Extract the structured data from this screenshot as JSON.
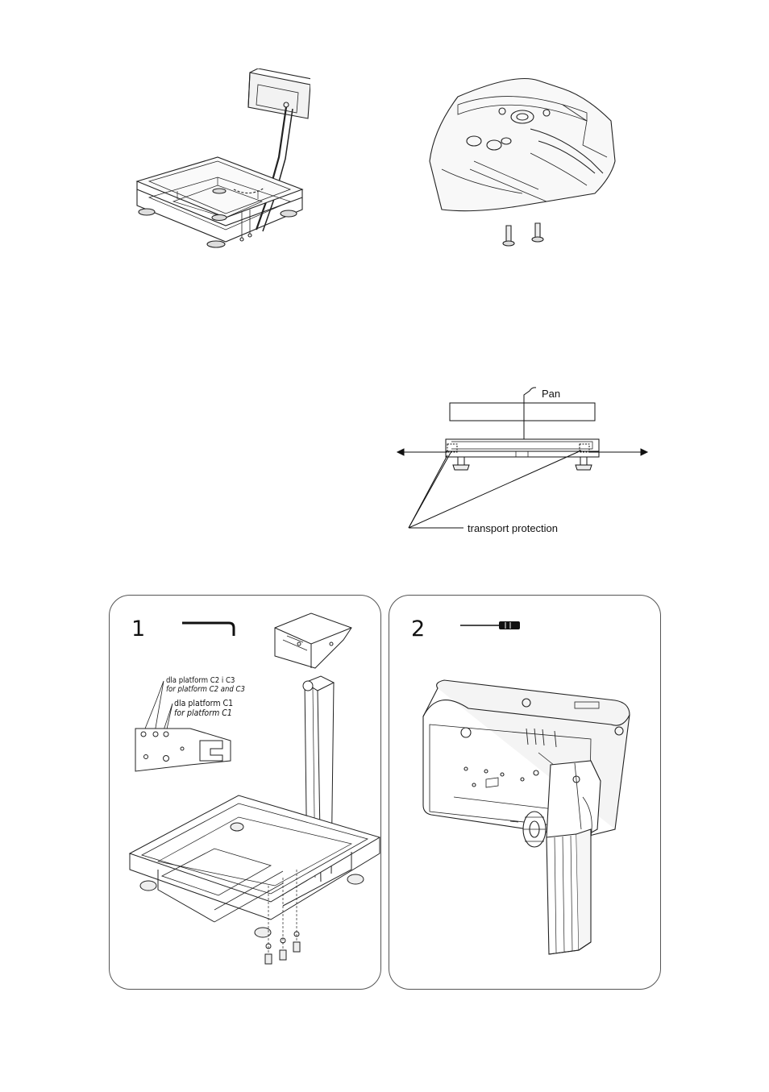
{
  "pan_diagram": {
    "pan_label": "Pan",
    "transport_label": "transport protection"
  },
  "panel1": {
    "step": "1",
    "tool_icon": "allen-key-icon",
    "note_c2c3_pl": "dla platform C2 i C3",
    "note_c2c3_en": "for platform C2 and C3",
    "note_c1_pl": "dla platform C1",
    "note_c1_en": "for platform C1"
  },
  "panel2": {
    "step": "2",
    "tool_icon": "screwdriver-icon"
  }
}
